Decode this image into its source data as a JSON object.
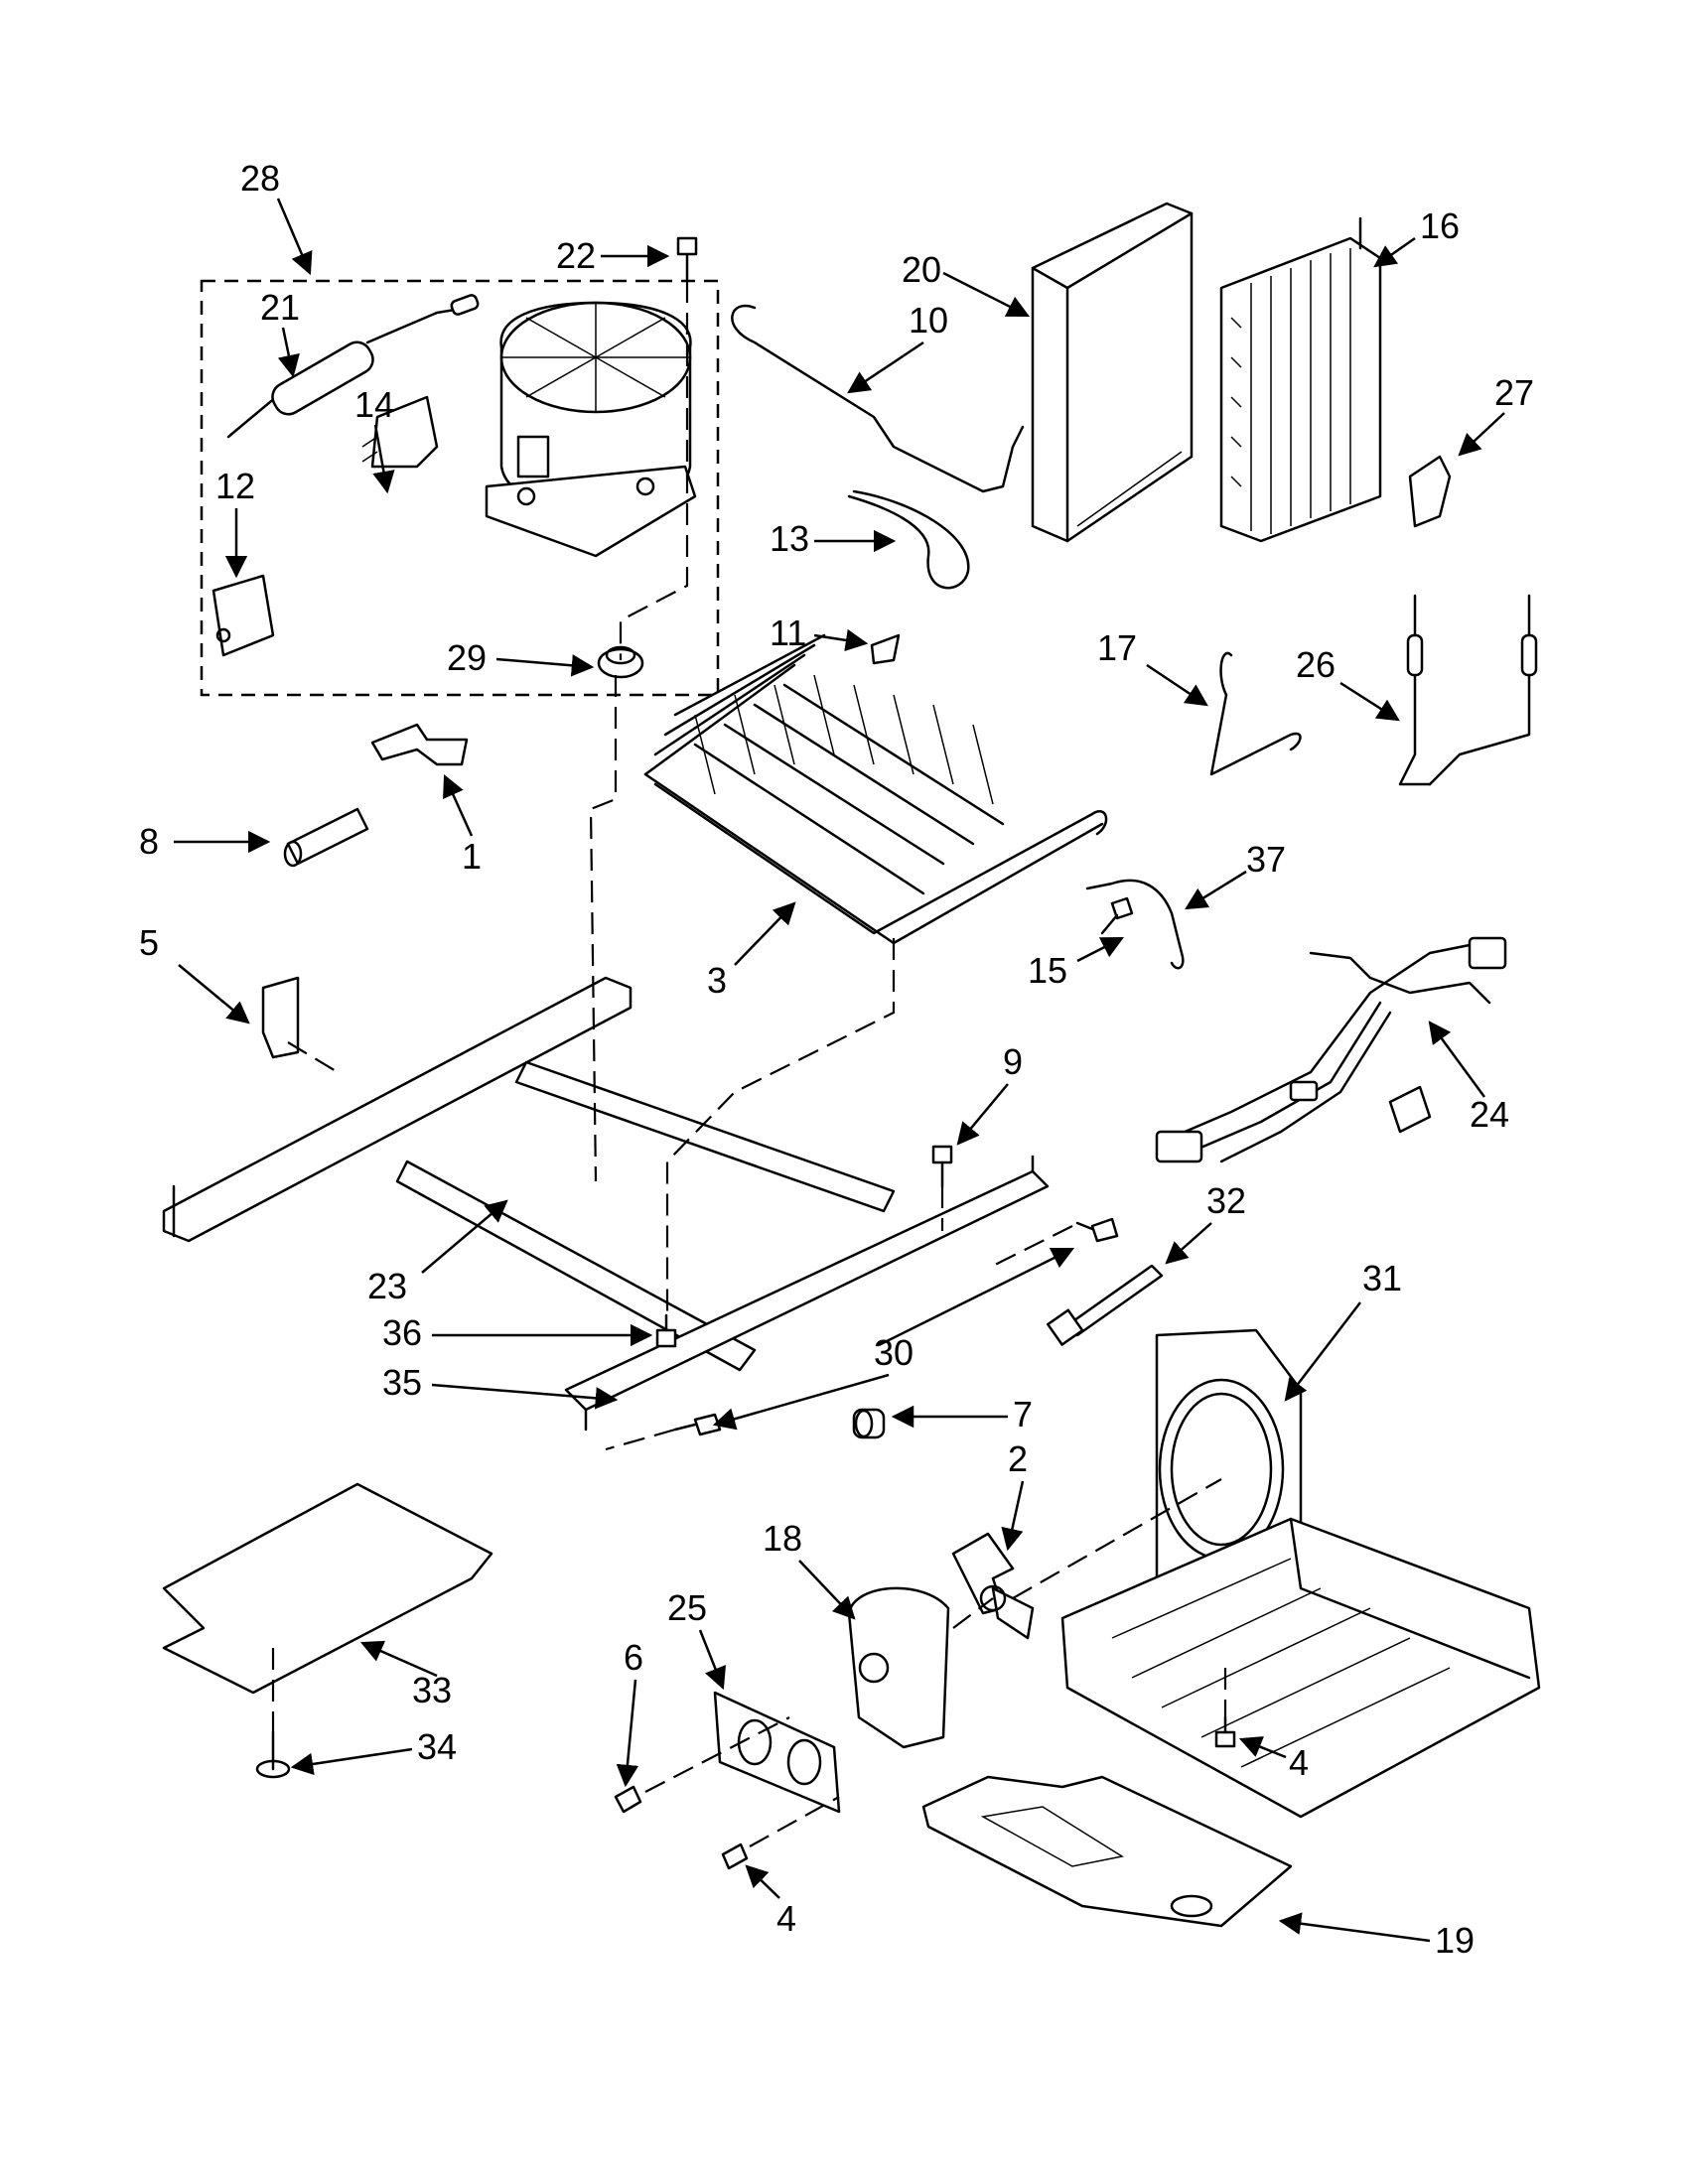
{
  "diagram": {
    "callouts": [
      "1",
      "2",
      "3",
      "4",
      "4",
      "5",
      "6",
      "7",
      "8",
      "9",
      "10",
      "11",
      "12",
      "13",
      "14",
      "15",
      "16",
      "17",
      "18",
      "19",
      "20",
      "21",
      "22",
      "23",
      "24",
      "25",
      "26",
      "27",
      "28",
      "29",
      "30",
      "31",
      "32",
      "33",
      "34",
      "35",
      "36",
      "37"
    ]
  }
}
